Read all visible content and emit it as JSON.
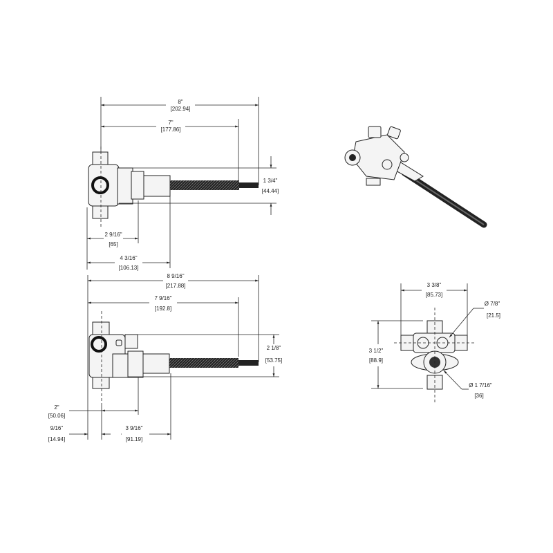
{
  "top_view": {
    "overall_length": {
      "in": "8\"",
      "mm": "[202.94]"
    },
    "stem_length": {
      "in": "7\"",
      "mm": "[177.86]"
    },
    "body_height": {
      "in": "1 3/4\"",
      "mm": "[44.44]"
    },
    "to_trim": {
      "in": "2 9/16\"",
      "mm": "[65]"
    },
    "to_rod": {
      "in": "4 3/16\"",
      "mm": "[106.13]"
    }
  },
  "side_view": {
    "overall_length": {
      "in": "8 9/16\"",
      "mm": "[217.88]"
    },
    "stem_length": {
      "in": "7 9/16\"",
      "mm": "[192.8]"
    },
    "body_height": {
      "in": "2 1/8\"",
      "mm": "[53.75]"
    },
    "centerline_offset": {
      "in": "2\"",
      "mm": "[50.06]"
    },
    "edge_offset": {
      "in": "9/16\"",
      "mm": "[14.94]"
    },
    "to_rod": {
      "in": "3 9/16\"",
      "mm": "[91.19]"
    }
  },
  "front_view": {
    "width": {
      "in": "3 3/8\"",
      "mm": "[85.73]"
    },
    "height": {
      "in": "3 1/2\"",
      "mm": "[88.9]"
    },
    "port_diameter": {
      "in": "Ø 7/8\"",
      "mm": "[21.5]"
    },
    "outlet_diameter": {
      "in": "Ø 1 7/16\"",
      "mm": "[36]"
    }
  }
}
